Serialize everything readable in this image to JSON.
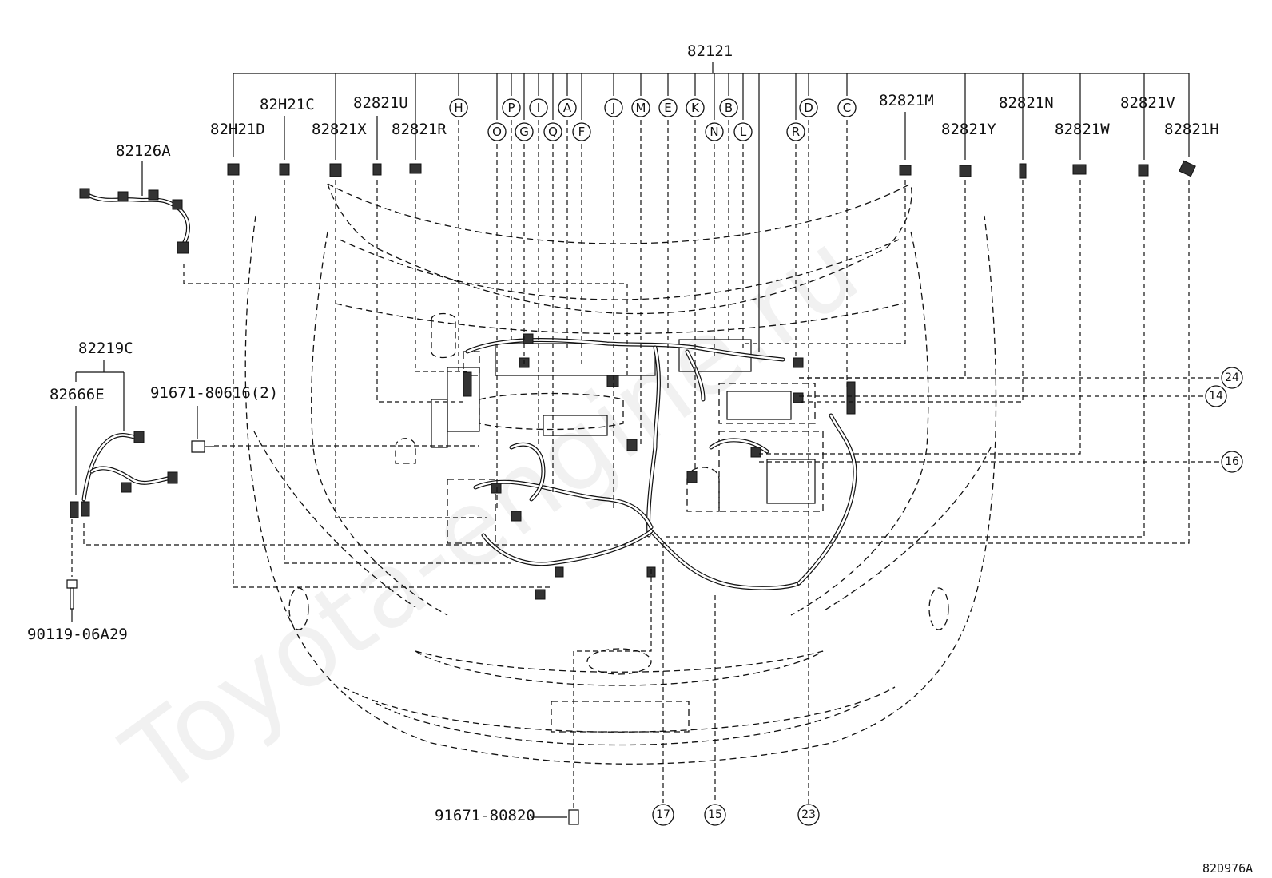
{
  "watermark": "Toyota-engine.ru",
  "main_assembly": "82121",
  "top_labels": [
    {
      "id": "82H21D",
      "text": "82H21D"
    },
    {
      "id": "82H21C",
      "text": "82H21C"
    },
    {
      "id": "82821X",
      "text": "82821X"
    },
    {
      "id": "82821U",
      "text": "82821U"
    },
    {
      "id": "82821R",
      "text": "82821R"
    },
    {
      "id": "82821M",
      "text": "82821M"
    },
    {
      "id": "82821Y",
      "text": "82821Y"
    },
    {
      "id": "82821N",
      "text": "82821N"
    },
    {
      "id": "82821W",
      "text": "82821W"
    },
    {
      "id": "82821V",
      "text": "82821V"
    },
    {
      "id": "82821H",
      "text": "82821H"
    }
  ],
  "letter_callouts": [
    "H",
    "P",
    "I",
    "A",
    "J",
    "M",
    "E",
    "K",
    "B",
    "D",
    "C",
    "O",
    "G",
    "Q",
    "F",
    "N",
    "L",
    "R"
  ],
  "number_callouts": [
    "24",
    "14",
    "16",
    "17",
    "15",
    "23"
  ],
  "side_parts": {
    "sub_harness_top": "82126A",
    "sub_harness_left": "82219C",
    "sub_harness_left_2": "82666E",
    "bolt_1": "91671-80616(2)",
    "bolt_2": "90119-06A29",
    "bolt_3": "91671-80820"
  },
  "diagram_ref": "82D976A"
}
